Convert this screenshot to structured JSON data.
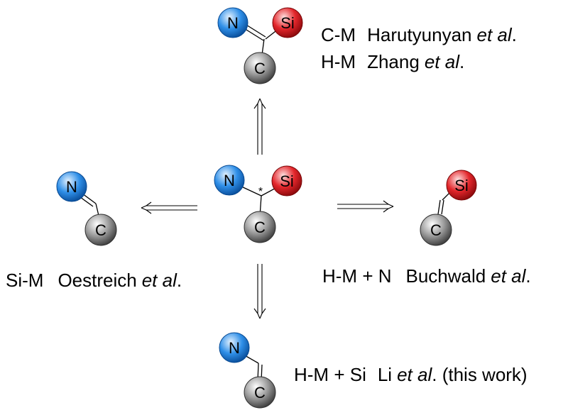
{
  "atoms": {
    "n": "N",
    "si": "Si",
    "c": "C"
  },
  "stereocenter": "*",
  "colors": {
    "nitrogen": "#2f8fe8",
    "silicon": "#e3262b",
    "carbon": "#9a9a9a"
  },
  "routes": {
    "top": [
      {
        "method": "C-M",
        "author": "Harutyunyan",
        "etal": "et al",
        "end": "."
      },
      {
        "method": "H-M",
        "author": "Zhang",
        "etal": "et al",
        "end": "."
      }
    ],
    "left": {
      "method": "Si-M",
      "author": "Oestreich",
      "etal": "et al",
      "end": "."
    },
    "right": {
      "method": "H-M + N",
      "author": "Buchwald",
      "etal": "et al",
      "end": "."
    },
    "bottom": {
      "method": "H-M + Si",
      "author": "Li",
      "etal": "et al",
      "end": ". (this work)"
    }
  }
}
